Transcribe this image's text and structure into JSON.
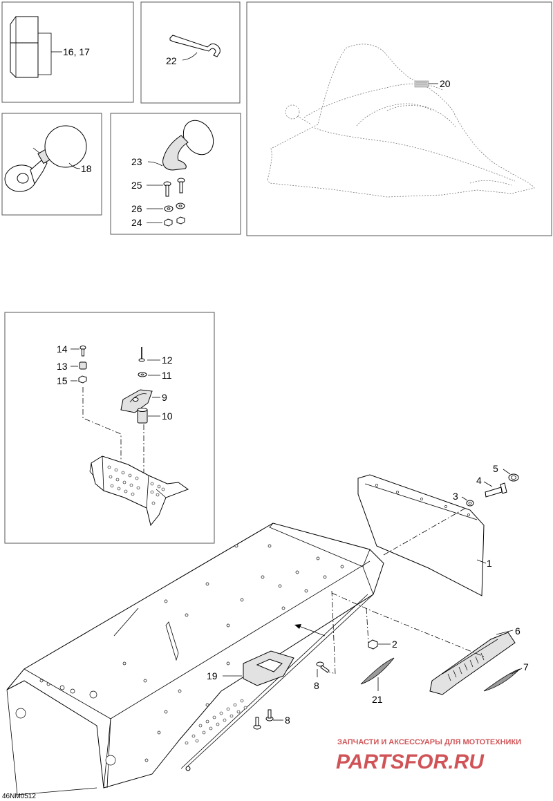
{
  "diagram": {
    "callouts": {
      "c1": "1",
      "c2": "2",
      "c3": "3",
      "c4": "4",
      "c5": "5",
      "c6": "6",
      "c7": "7",
      "c8a": "8",
      "c8b": "8",
      "c9": "9",
      "c10": "10",
      "c11": "11",
      "c12": "12",
      "c13": "13",
      "c14": "14",
      "c15": "15",
      "c16_17": "16, 17",
      "c18": "18",
      "c19": "19",
      "c20": "20",
      "c21": "21",
      "c22": "22",
      "c23": "23",
      "c24": "24",
      "c25": "25",
      "c26": "26"
    },
    "diagram_code": "46NM0512",
    "watermark": {
      "tagline": "ЗАПЧАСТИ И АКСЕССУАРЫ ДЛЯ МОТОТЕХНИКИ",
      "logo": "PARTSFOR.RU"
    }
  }
}
